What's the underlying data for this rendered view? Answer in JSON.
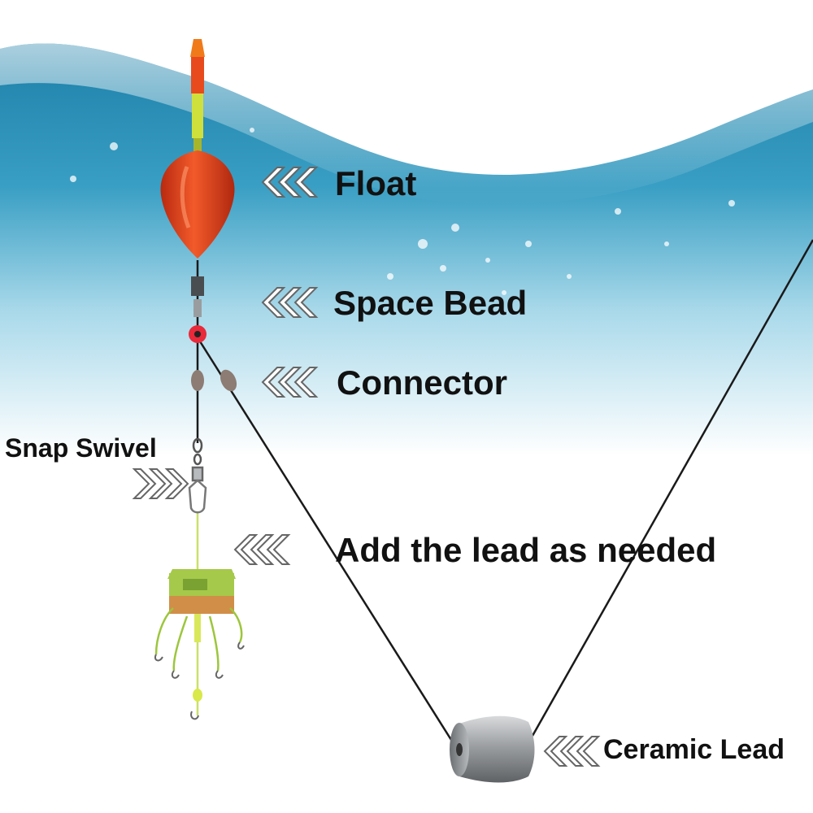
{
  "labels": {
    "float": "Float",
    "space_bead": "Space Bead",
    "connector": "Connector",
    "snap_swivel": "Snap Swivel",
    "add_lead": "Add the lead as needed",
    "ceramic_lead": "Ceramic Lead"
  },
  "colors": {
    "water_deep": "#2a8fb3",
    "water_light": "#9fd3e6",
    "float_orange": "#e8401c",
    "float_yellow": "#d8e03a",
    "bait_green": "#9ccc3c",
    "bait_orange": "#d9914a",
    "line": "#1a1a1a",
    "lead_grey": "#8a8d90"
  }
}
